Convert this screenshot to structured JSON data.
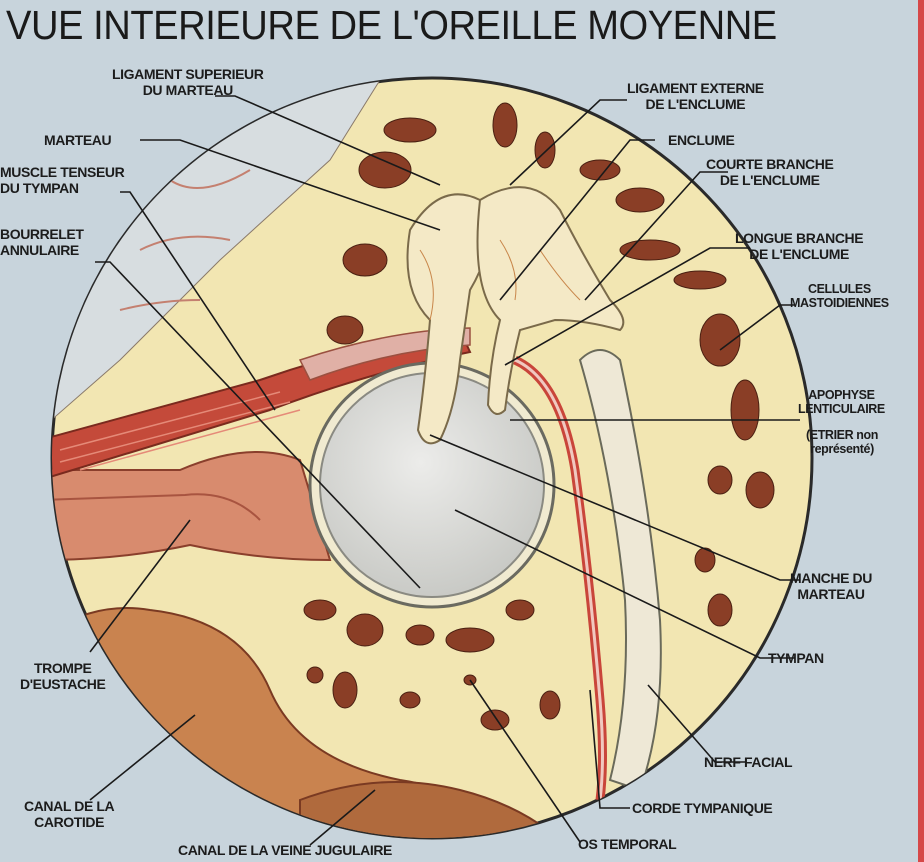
{
  "title": "VUE INTERIEURE DE L'OREILLE MOYENNE",
  "colors": {
    "background": "#c8d4dc",
    "bone": "#f2e6b2",
    "bone_dark": "#7a3a22",
    "muscle": "#b8443a",
    "tympan": "#d9d9d4",
    "leader_line": "#1a1a1a"
  },
  "labels": {
    "ligament_superieur": "LIGAMENT SUPERIEUR\nDU MARTEAU",
    "ligament_externe": "LIGAMENT EXTERNE\nDE L'ENCLUME",
    "marteau": "MARTEAU",
    "enclume": "ENCLUME",
    "muscle_tenseur": "MUSCLE TENSEUR\nDU TYMPAN",
    "courte_branche": "COURTE BRANCHE\nDE L'ENCLUME",
    "bourrelet": "BOURRELET\nANNULAIRE",
    "longue_branche": "LONGUE BRANCHE\nDE L'ENCLUME",
    "cellules": "CELLULES\nMASTOIDIENNES",
    "apophyse": "APOPHYSE\nLENTICULAIRE",
    "etrier": "(ETRIER non\nreprésenté)",
    "manche": "MANCHE DU\nMARTEAU",
    "tympan": "TYMPAN",
    "trompe": "TROMPE\nD'EUSTACHE",
    "nerf": "NERF FACIAL",
    "canal_carotide": "CANAL DE LA\nCAROTIDE",
    "corde": "CORDE TYMPANIQUE",
    "os": "OS TEMPORAL",
    "canal_veine": "CANAL DE LA VEINE JUGULAIRE"
  }
}
